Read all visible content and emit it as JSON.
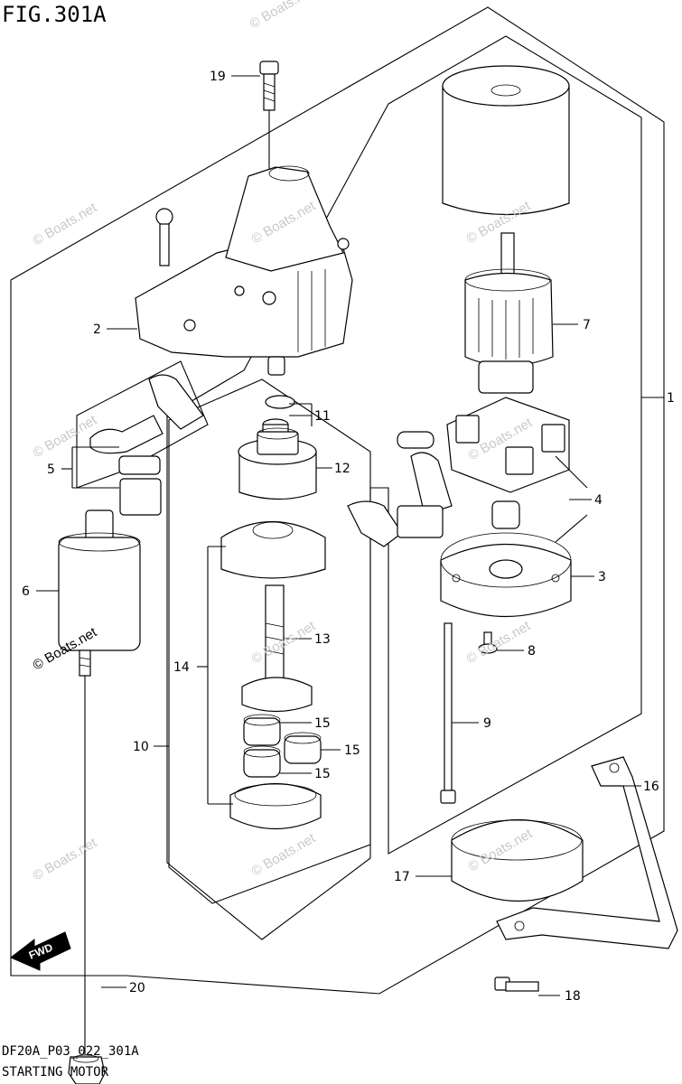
{
  "figure": {
    "title": "FIG.301A",
    "code": "DF20A_P03_022_301A",
    "name": "STARTING MOTOR"
  },
  "watermark": {
    "text": "© Boats.net"
  },
  "direction_marker": {
    "label": "FWD"
  },
  "callouts": {
    "c1": "1",
    "c2": "2",
    "c3": "3",
    "c4": "4",
    "c5": "5",
    "c6": "6",
    "c7": "7",
    "c8": "8",
    "c9": "9",
    "c10": "10",
    "c11": "11",
    "c12": "12",
    "c13": "13",
    "c14": "14",
    "c15a": "15",
    "c15b": "15",
    "c15c": "15",
    "c16": "16",
    "c17": "17",
    "c18": "18",
    "c19": "19",
    "c20": "20"
  },
  "colors": {
    "line": "#000000",
    "watermark": "#c9c9c9",
    "background": "#ffffff"
  }
}
